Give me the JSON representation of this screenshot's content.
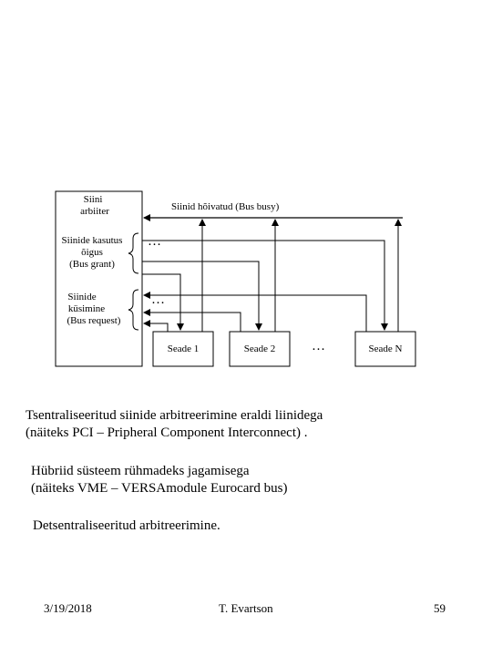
{
  "diagram": {
    "arbiter": {
      "line1": "Siini",
      "line2": "arbiiter"
    },
    "bus_busy_label": "Siinid hõivatud (Bus busy)",
    "bus_grant": {
      "line1": "Siinide kasutus",
      "line2": "õigus",
      "line3": "(Bus grant)"
    },
    "bus_request": {
      "line1": "Siinide",
      "line2": "küsimine",
      "line3": "(Bus request)"
    },
    "ellipsis": "…",
    "devices": [
      "Seade 1",
      "Seade 2",
      "Seade N"
    ]
  },
  "text": {
    "line1": "Tsentraliseeritud siinide arbitreerimine eraldi liinidega",
    "line2": "(näiteks PCI – Pripheral Component Interconnect) .",
    "line3": "Hübriid süsteem rühmadeks jagamisega",
    "line4": "(näiteks VME – VERSAmodule Eurocard bus)",
    "line5": "Detsentraliseeritud arbitreerimine."
  },
  "footer": {
    "date": "3/19/2018",
    "author": "T. Evartson",
    "page": "59"
  }
}
